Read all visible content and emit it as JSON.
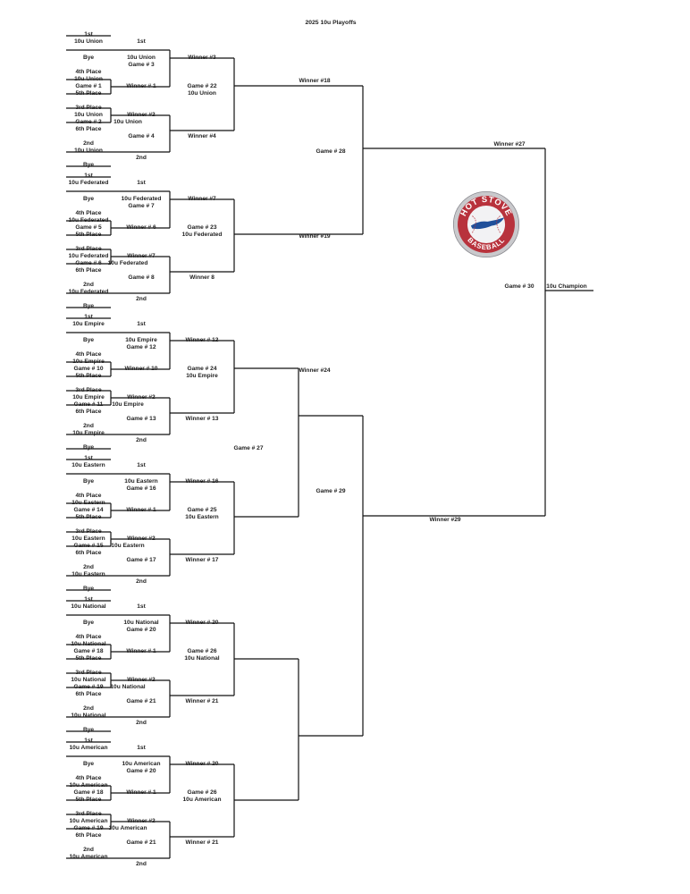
{
  "title": "2025 10u Playoffs",
  "logo": {
    "top_text": "HOT STOVE",
    "bottom_text": "BASEBALL",
    "colors": {
      "red": "#b8323c",
      "blue": "#1f4f9a",
      "silver": "#c9c9cc"
    }
  },
  "line_color": "#111111",
  "divisions": [
    {
      "left": [
        "1st",
        "10u Union",
        "Bye",
        "4th Place",
        "10u Union",
        "Game # 1",
        "5th Place",
        "3rd Place",
        "10u Union",
        "Game # 2",
        "6th Place",
        "2nd",
        "10u Union",
        "Bye"
      ],
      "r1": [
        "1st",
        "10u Union",
        "Game # 3",
        "Winner # 1",
        "Winner #2",
        "10u Union",
        "Game # 4",
        "2nd"
      ],
      "r2": [
        "Winner #3",
        "Game # 22",
        "10u Union",
        "Winner #4"
      ]
    },
    {
      "left": [
        "1st",
        "10u Federated",
        "Bye",
        "4th Place",
        "10u Federated",
        "Game # 5",
        "5th Place",
        "3rd Place",
        "10u Federated",
        "Game # 6",
        "6th Place",
        "2nd",
        "10u Federated",
        "Bye"
      ],
      "r1": [
        "1st",
        "10u Federated",
        "Game # 7",
        "Winner # 6",
        "Winner #7",
        "10u Federated",
        "Game # 8",
        "2nd"
      ],
      "r2": [
        "Winner #7",
        "Game # 23",
        "10u Federated",
        "Winner 8"
      ]
    },
    {
      "left": [
        "1st",
        "10u Empire",
        "Bye",
        "4th Place",
        "10u Empire",
        "Game # 10",
        "5th Place",
        "3rd Place",
        "10u Empire",
        "Game # 11",
        "6th Place",
        "2nd",
        "10u Empire",
        "Bye"
      ],
      "r1": [
        "1st",
        "10u Empire",
        "Game # 12",
        "Winner # 10",
        "Winner #2",
        "10u Empire",
        "Game # 13",
        "2nd"
      ],
      "r2": [
        "Winner # 12",
        "Game # 24",
        "10u Empire",
        "Winner # 13"
      ]
    },
    {
      "left": [
        "1st",
        "10u Eastern",
        "Bye",
        "4th Place",
        "10u Eastern",
        "Game # 14",
        "5th Place",
        "3rd Place",
        "10u Eastern",
        "Game # 15",
        "6th Place",
        "2nd",
        "10u Eastern",
        "Bye"
      ],
      "r1": [
        "1st",
        "10u Eastern",
        "Game # 16",
        "Winner # 1",
        "Winner #2",
        "10u Eastern",
        "Game # 17",
        "2nd"
      ],
      "r2": [
        "Winner # 16",
        "Game # 25",
        "10u Eastern",
        "Winner # 17"
      ]
    },
    {
      "left": [
        "1st",
        "10u National",
        "Bye",
        "4th Place",
        "10u National",
        "Game # 18",
        "5th Place",
        "3rd Place",
        "10u National",
        "Game # 19",
        "6th Place",
        "2nd",
        "10u National",
        "Bye"
      ],
      "r1": [
        "1st",
        "10u National",
        "Game # 20",
        "Winner # 1",
        "Winner #2",
        "10u National",
        "Game # 21",
        "2nd"
      ],
      "r2": [
        "Winner # 20",
        "Game # 26",
        "10u National",
        "Winner # 21"
      ]
    },
    {
      "left": [
        "1st",
        "10u American",
        "Bye",
        "4th Place",
        "10u American",
        "Game # 18",
        "5th Place",
        "3rd Place",
        "10u American",
        "Game # 19",
        "6th Place",
        "2nd",
        "10u American"
      ],
      "r1": [
        "1st",
        "10u American",
        "Game # 20",
        "Winner # 1",
        "Winner #2",
        "10u American",
        "Game # 21",
        "2nd"
      ],
      "r2": [
        "Winner # 20",
        "Game # 26",
        "10u American",
        "Winner # 21"
      ]
    }
  ],
  "upper": {
    "winner18": "Winner #18",
    "game28": "Game # 28",
    "winner19": "Winner #19",
    "winner27": "Winner #27"
  },
  "lower": {
    "winner24": "Winner #24",
    "game27": "Game # 27",
    "game29": "Game # 29",
    "winner29": "Winner #29"
  },
  "final": {
    "game30": "Game # 30",
    "champion": "10u Champion"
  }
}
